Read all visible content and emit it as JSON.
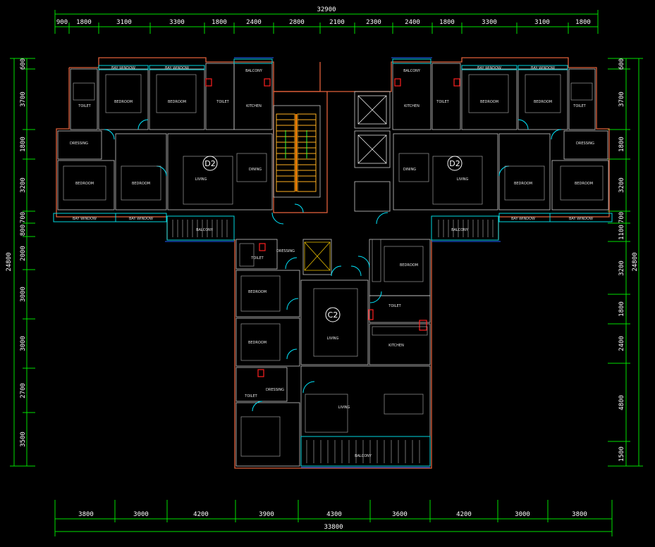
{
  "dimensions": {
    "top_total": "32900",
    "top_segments": [
      "900",
      "1800",
      "3100",
      "3300",
      "1800",
      "2400",
      "2800",
      "2100",
      "2300",
      "2400",
      "1800",
      "3300",
      "3100",
      "1800"
    ],
    "bottom_total": "33800",
    "bottom_segments": [
      "3800",
      "3000",
      "4200",
      "3900",
      "4300",
      "3600",
      "4200",
      "3000",
      "3800"
    ],
    "left_total": "24800",
    "left_segments": [
      "600",
      "3700",
      "1800",
      "3200",
      "700",
      "800",
      "2000",
      "3000",
      "3000",
      "2700",
      "3500"
    ],
    "right_total": "24800",
    "right_segments": [
      "600",
      "3700",
      "1800",
      "3200",
      "700",
      "1100",
      "3200",
      "1800",
      "2400",
      "4800",
      "1500"
    ]
  },
  "unit_tags": {
    "left": "D2",
    "right": "D2",
    "center": "C2"
  },
  "room_labels": {
    "bay_window": "BAY WINDOW",
    "bedroom": "BEDROOM",
    "toilet": "TOILET",
    "kitchen": "KITCHEN",
    "balcony": "BALCONY",
    "living": "LIVING",
    "dining": "DINING",
    "dressing": "DRESSING"
  }
}
